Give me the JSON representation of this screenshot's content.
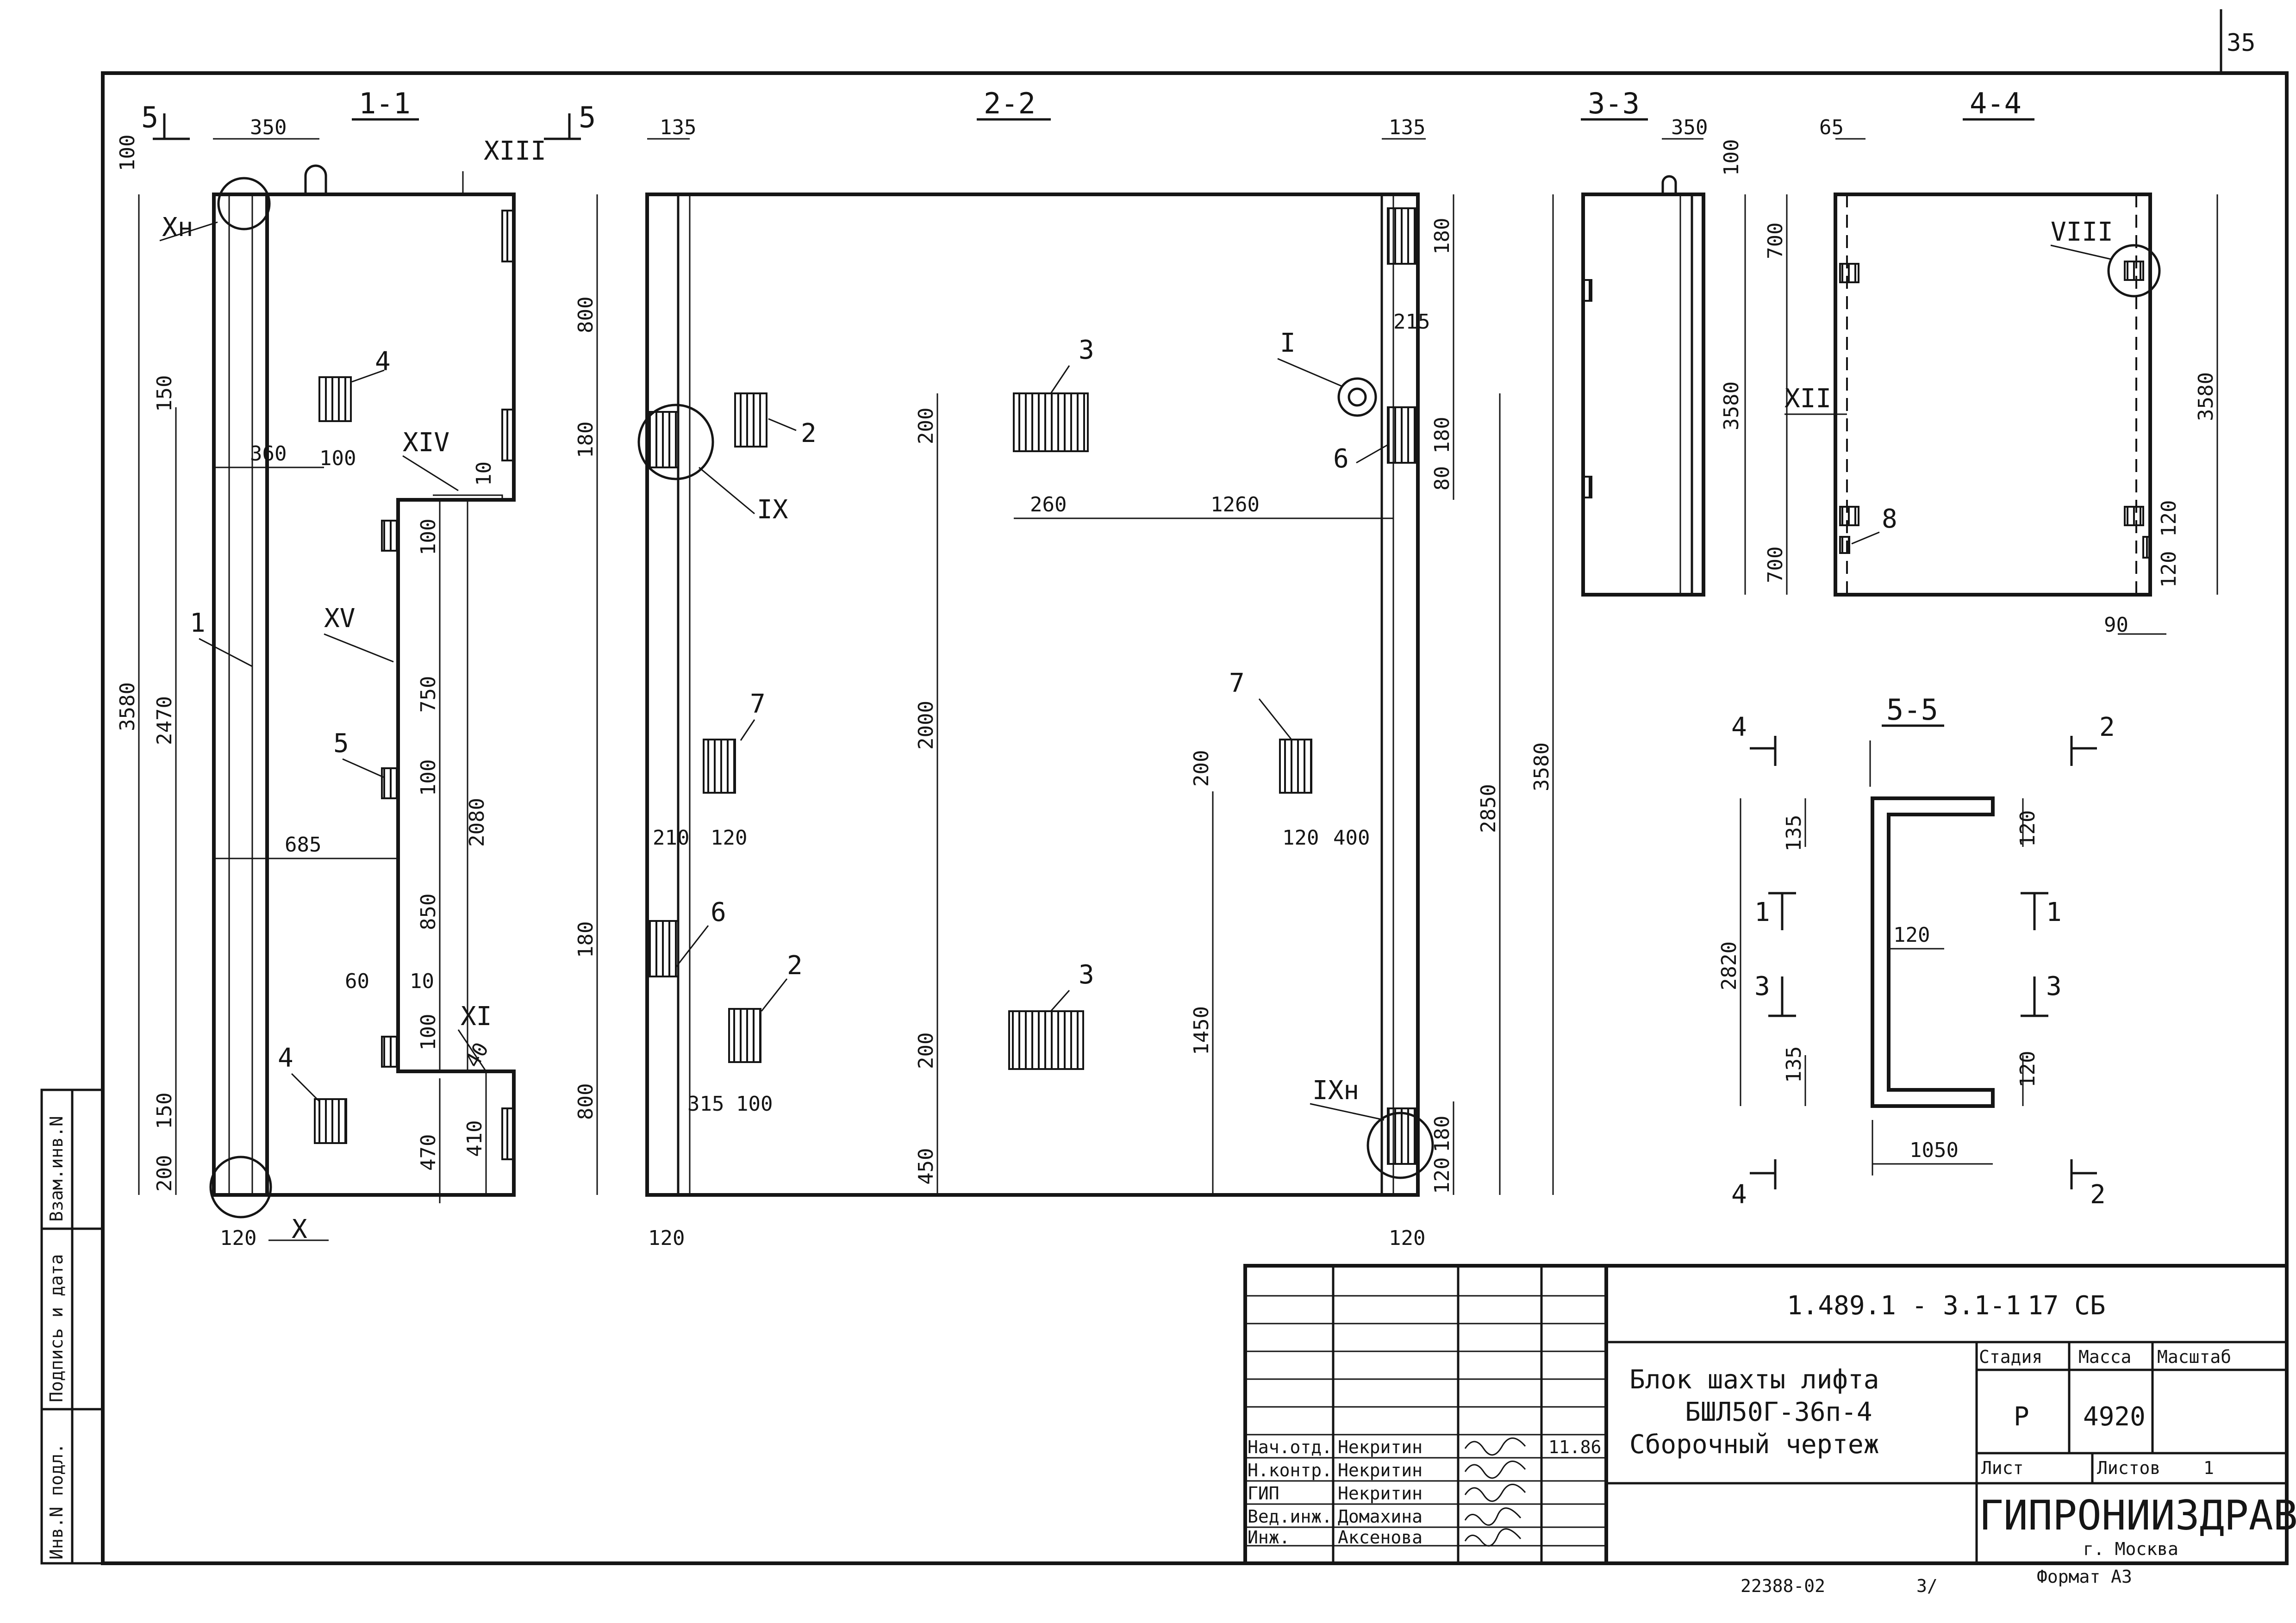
{
  "sheet": {
    "page_number": "35",
    "bottom_number": "22388-02",
    "bottom_suffix": "3/",
    "format": "Формат А3"
  },
  "sections": {
    "s11": "1-1",
    "s22": "2-2",
    "s33": "3-3",
    "s44": "4-4",
    "s55": "5-5",
    "cut5_left": "5",
    "cut5_right": "5"
  },
  "section_1_1": {
    "dims": [
      "350",
      "100",
      "3580",
      "2470",
      "150",
      "360",
      "100",
      "10",
      "100",
      "750",
      "100",
      "2080",
      "685",
      "850",
      "60",
      "10",
      "100",
      "40",
      "150",
      "200",
      "470",
      "410",
      "120"
    ],
    "callouts": [
      "XIII",
      "Xн",
      "XIV",
      "XV",
      "XI",
      "X",
      "1",
      "4",
      "5",
      "4"
    ]
  },
  "section_2_2": {
    "dims": [
      "135",
      "135",
      "800",
      "180",
      "200",
      "260",
      "1260",
      "215",
      "180",
      "180",
      "80",
      "2000",
      "210",
      "120",
      "200",
      "120",
      "400",
      "2850",
      "3580",
      "180",
      "1450",
      "800",
      "200",
      "450",
      "315",
      "100",
      "180",
      "120",
      "120",
      "120"
    ],
    "callouts": [
      "I",
      "IX",
      "IXн",
      "2",
      "2",
      "3",
      "3",
      "6",
      "6",
      "7",
      "7"
    ]
  },
  "section_3_3": {
    "dims": [
      "350",
      "100",
      "3580"
    ]
  },
  "section_4_4": {
    "dims": [
      "65",
      "700",
      "700",
      "3580",
      "120",
      "120",
      "90"
    ],
    "callouts": [
      "VIII",
      "XII",
      "8"
    ]
  },
  "section_5_5": {
    "dims": [
      "135",
      "120",
      "2820",
      "120",
      "135",
      "120",
      "1050"
    ],
    "cut_marks": [
      "4",
      "2",
      "1",
      "1",
      "3",
      "3",
      "4",
      "2"
    ]
  },
  "side_stamp": {
    "cells": [
      "Взам.инв.N",
      "Подпись и дата",
      "Инв.N подл."
    ]
  },
  "title_block": {
    "doc_code": "1.489.1 - 3.1-1",
    "doc_suffix": "17 СБ",
    "title_line1": "Блок шахты лифта",
    "title_line2": "БШЛ50Г-36п-4",
    "title_line3": "Сборочный чертеж",
    "stage_label": "Стадия",
    "stage_value": "Р",
    "mass_label": "Масса",
    "mass_value": "4920",
    "scale_label": "Масштаб",
    "sheet_label": "Лист",
    "sheets_label": "Листов",
    "sheets_value": "1",
    "org": "ГИПРОНИИЗДРАВ",
    "city": "г. Москва",
    "date": "11.86",
    "staff": [
      {
        "role": "Нач.отд.",
        "name": "Некритин"
      },
      {
        "role": "Н.контр.",
        "name": "Некритин"
      },
      {
        "role": "ГИП",
        "name": "Некритин"
      },
      {
        "role": "Вед.инж.",
        "name": "Домахина"
      },
      {
        "role": "Инж.",
        "name": "Аксенова"
      }
    ]
  }
}
